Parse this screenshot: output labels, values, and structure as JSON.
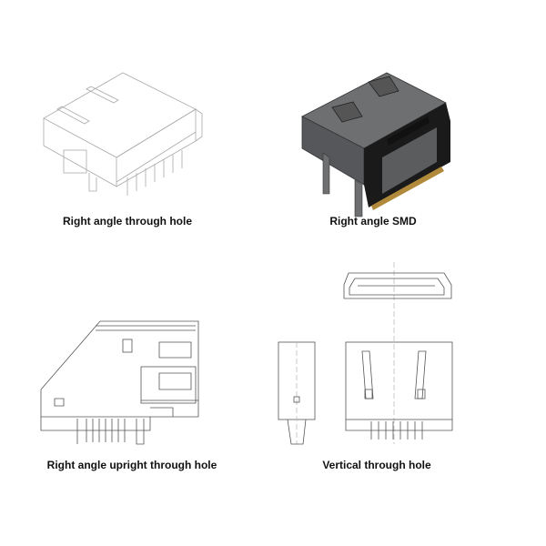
{
  "figures": [
    {
      "caption": "Right angle through hole",
      "icon": "line-art-isometric-connector"
    },
    {
      "caption": "Right angle SMD",
      "icon": "shaded-isometric-connector"
    },
    {
      "caption": "Right angle upright through hole",
      "icon": "side-view-connector"
    },
    {
      "caption": "Vertical through hole",
      "icon": "orthographic-views-connector"
    }
  ],
  "colors": {
    "body_dark": "#5a5c5e",
    "shell_black": "#1a1a1a",
    "pins_gold": "#b08a3a",
    "line": "#888888"
  }
}
